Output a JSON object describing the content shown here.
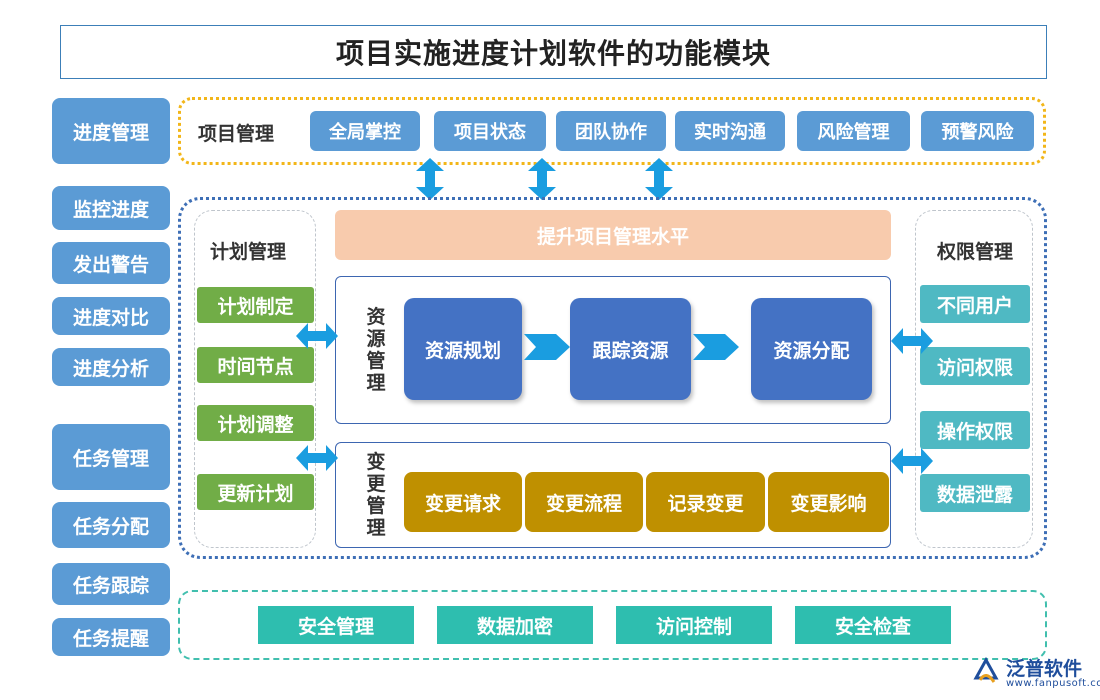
{
  "title": "项目实施进度计划软件的功能模块",
  "left_column": {
    "items": [
      "进度管理",
      "监控进度",
      "发出警告",
      "进度对比",
      "进度分析",
      "任务管理",
      "任务分配",
      "任务跟踪",
      "任务提醒"
    ]
  },
  "project_management": {
    "label": "项目管理",
    "items": [
      "全局掌控",
      "项目状态",
      "团队协作",
      "实时沟通",
      "风险管理",
      "预警风险"
    ]
  },
  "banner": "提升项目管理水平",
  "plan_management": {
    "label": "计划管理",
    "items": [
      "计划制定",
      "时间节点",
      "计划调整",
      "更新计划"
    ]
  },
  "permission_management": {
    "label": "权限管理",
    "items": [
      "不同用户",
      "访问权限",
      "操作权限",
      "数据泄露"
    ]
  },
  "resource_management": {
    "label": "资源管理",
    "steps": [
      "资源规划",
      "跟踪资源",
      "资源分配"
    ]
  },
  "change_management": {
    "label": "变更管理",
    "items": [
      "变更请求",
      "变更流程",
      "记录变更",
      "变更影响"
    ]
  },
  "security": {
    "items": [
      "安全管理",
      "数据加密",
      "访问控制",
      "安全检查"
    ]
  },
  "logo": {
    "name": "泛普软件",
    "url": "www.fanpusoft.com"
  },
  "colors": {
    "blue_button": "#5b9bd5",
    "green_button": "#71ad47",
    "teal_button": "#4fb9c3",
    "resource_button": "#4472c4",
    "change_button": "#bf9000",
    "security_button": "#2ebeaf",
    "banner": "#f8cbad",
    "arrow": "#1a9de0"
  }
}
